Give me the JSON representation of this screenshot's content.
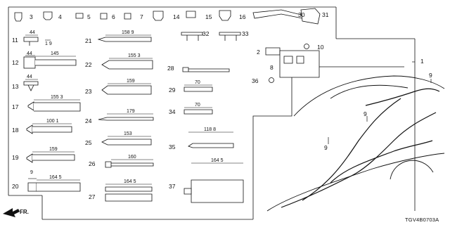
{
  "diagram": {
    "callouts": {
      "p1": "1",
      "p2": "2",
      "p3": "3",
      "p4": "4",
      "p5": "5",
      "p6": "6",
      "p7": "7",
      "p8": "8",
      "p9a": "9",
      "p9b": "9",
      "p9c": "9",
      "p10": "10",
      "p11": "11",
      "p12": "12",
      "p13": "13",
      "p14": "14",
      "p15": "15",
      "p16": "16",
      "p17": "17",
      "p18": "18",
      "p19": "19",
      "p20": "20",
      "p21": "21",
      "p22": "22",
      "p23": "23",
      "p24": "24",
      "p25": "25",
      "p26": "26",
      "p27": "27",
      "p28": "28",
      "p29": "29",
      "p30": "30",
      "p31": "31",
      "p32": "32",
      "p33": "33",
      "p34": "34",
      "p35": "35",
      "p36": "36",
      "p37": "37"
    },
    "dimensions": {
      "d11a": "44",
      "d11b": "1 9",
      "d12a": "44",
      "d12b": "145",
      "d13": "44",
      "d17": "155 3",
      "d18": "100 1",
      "d19": "159",
      "d20a": "9",
      "d20b": "164 5",
      "d21": "158 9",
      "d22": "155 3",
      "d23": "159",
      "d24": "179",
      "d25": "153",
      "d26": "160",
      "d27": "164 5",
      "d29": "70",
      "d34": "70",
      "d35": "118 8",
      "d37": "164 5"
    },
    "direction_label": "FR.",
    "diagram_code": "TGV4B0703A"
  }
}
